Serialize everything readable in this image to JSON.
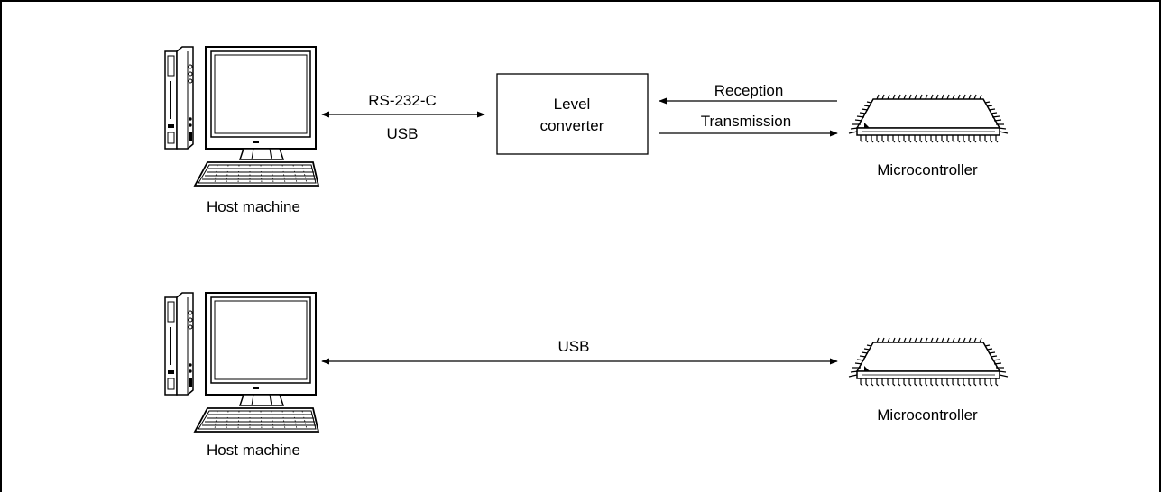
{
  "diagram_top": {
    "host_label": "Host machine",
    "link_label_1": "RS-232-C",
    "link_label_2": "USB",
    "converter_line_1": "Level",
    "converter_line_2": "converter",
    "reception_label": "Reception",
    "transmission_label": "Transmission",
    "mcu_label": "Microcontroller"
  },
  "diagram_bottom": {
    "host_label": "Host machine",
    "link_label": "USB",
    "mcu_label": "Microcontroller"
  }
}
